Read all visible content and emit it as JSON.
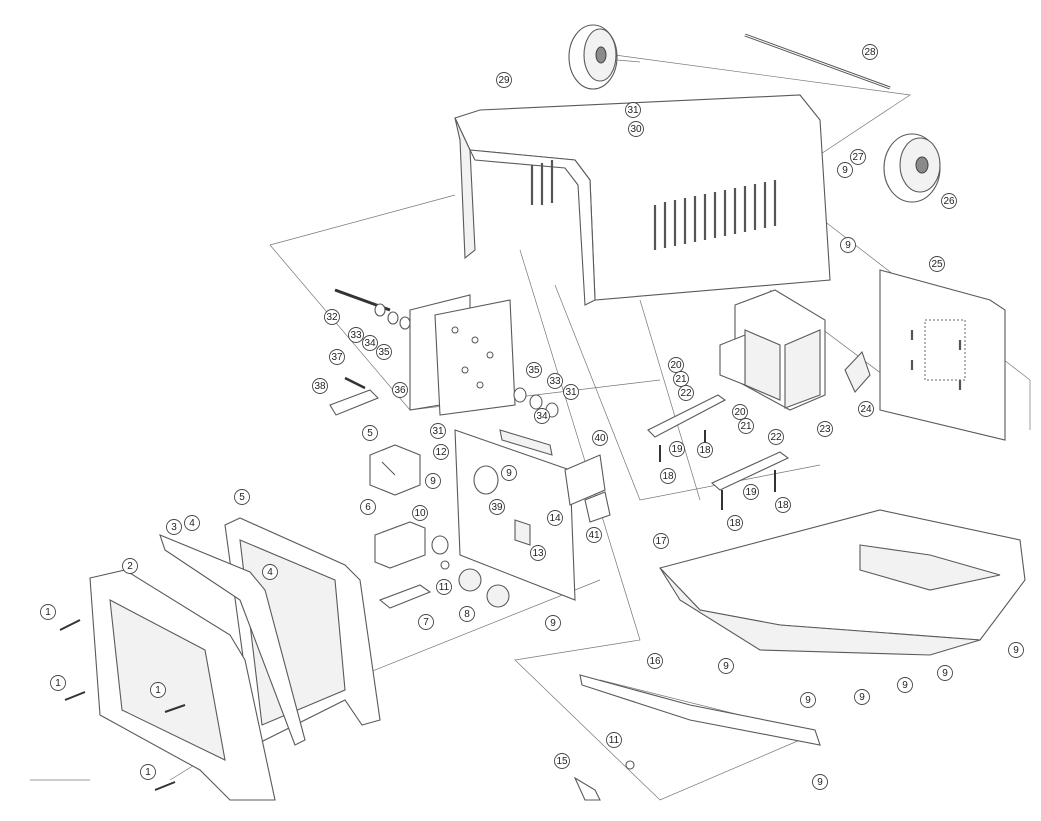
{
  "parts": [
    {
      "n": "1"
    },
    {
      "n": "2"
    },
    {
      "n": "3"
    },
    {
      "n": "4"
    },
    {
      "n": "5"
    },
    {
      "n": "6"
    },
    {
      "n": "7"
    },
    {
      "n": "8"
    },
    {
      "n": "9"
    },
    {
      "n": "10"
    },
    {
      "n": "11"
    },
    {
      "n": "12"
    },
    {
      "n": "13"
    },
    {
      "n": "14"
    },
    {
      "n": "15"
    },
    {
      "n": "16"
    },
    {
      "n": "17"
    },
    {
      "n": "18"
    },
    {
      "n": "19"
    },
    {
      "n": "20"
    },
    {
      "n": "21"
    },
    {
      "n": "22"
    },
    {
      "n": "23"
    },
    {
      "n": "24"
    },
    {
      "n": "25"
    },
    {
      "n": "26"
    },
    {
      "n": "27"
    },
    {
      "n": "28"
    },
    {
      "n": "29"
    },
    {
      "n": "30"
    },
    {
      "n": "31"
    },
    {
      "n": "32"
    },
    {
      "n": "33"
    },
    {
      "n": "34"
    },
    {
      "n": "35"
    },
    {
      "n": "36"
    },
    {
      "n": "37"
    },
    {
      "n": "38"
    },
    {
      "n": "39"
    },
    {
      "n": "40"
    },
    {
      "n": "41"
    }
  ]
}
